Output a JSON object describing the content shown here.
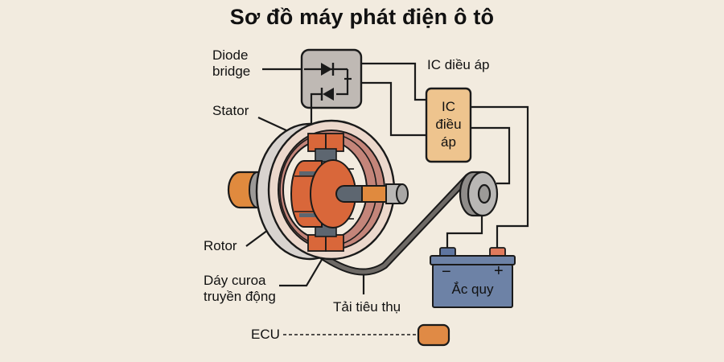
{
  "title": "Sơ đồ máy phát điện ô tô",
  "labels": {
    "diode_bridge": [
      "Diode",
      "bridge"
    ],
    "stator": "Stator",
    "rotor": "Rotor",
    "belt": [
      "Dáy curoa",
      "truyền động"
    ],
    "load": "Tải tiêu thụ",
    "ic_top": "IC diều áp",
    "ic_box": [
      "IC",
      "điều",
      "áp"
    ],
    "battery": "Ắc quy",
    "battery_minus": "−",
    "battery_plus": "+",
    "ecu": "ECU"
  },
  "colors": {
    "background": "#f2ebdf",
    "outline": "#1a1a1a",
    "diode_box": "#bfb9b4",
    "ic_box": "#eec48e",
    "rotor": "#d9673a",
    "stator_ring": "#c4857a",
    "housing": "#d8d3cf",
    "inner_ring": "#ecd8cc",
    "shaft": "#5d6670",
    "collar": "#e08a3e",
    "pulley": "#b9b7b5",
    "battery": "#6d82a6",
    "terminal_neg": "#5e75a0",
    "terminal_pos": "#e07a5c",
    "belt": "#6e6a66",
    "ecu_box": "#e08a45"
  }
}
